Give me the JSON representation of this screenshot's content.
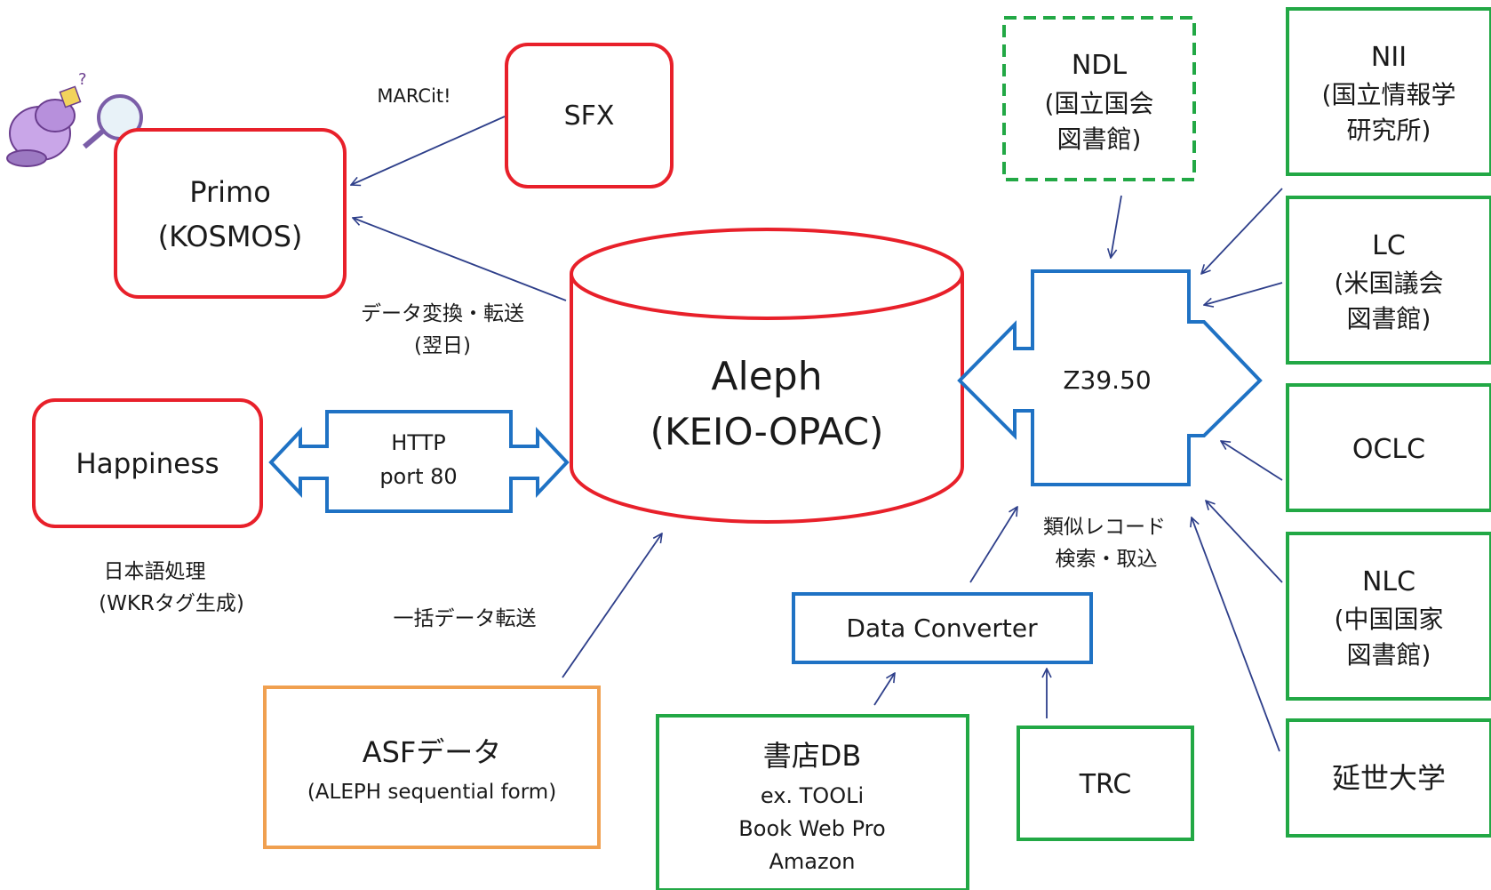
{
  "colors": {
    "red": "#e8202a",
    "blue": "#1f72c4",
    "green": "#22a845",
    "orange": "#f0a050",
    "connector": "#2e3f8a"
  },
  "nodes": {
    "sfx": "SFX",
    "primo": [
      "Primo",
      "(KOSMOS)"
    ],
    "happiness": "Happiness",
    "aleph": [
      "Aleph",
      "(KEIO-OPAC)"
    ],
    "ndl": [
      "NDL",
      "(国立国会",
      "図書館)"
    ],
    "nii": [
      "NII",
      "(国立情報学",
      "研究所)"
    ],
    "lc": [
      "LC",
      "(米国議会",
      "図書館)"
    ],
    "oclc": "OCLC",
    "nlc": [
      "NLC",
      "(中国国家",
      "図書館)"
    ],
    "yonsei": "延世大学",
    "z3950": "Z39.50",
    "http": [
      "HTTP",
      "port 80"
    ],
    "data_converter": "Data Converter",
    "bookstore": [
      "書店DB",
      "ex. TOOLi",
      "Book Web Pro",
      "Amazon"
    ],
    "trc": "TRC",
    "asf": [
      "ASFデータ",
      "(ALEPH sequential form)"
    ]
  },
  "notes": {
    "marcit": "MARCit!",
    "conversion": [
      "データ変換・転送",
      "(翌日)"
    ],
    "japanese_processing": [
      "日本語処理",
      "(WKRタグ生成)"
    ],
    "bulk_transfer": "一括データ転送",
    "similar_records": [
      "類似レコード",
      "検索・取込"
    ]
  },
  "decoration": "magnifier-figure-icon"
}
